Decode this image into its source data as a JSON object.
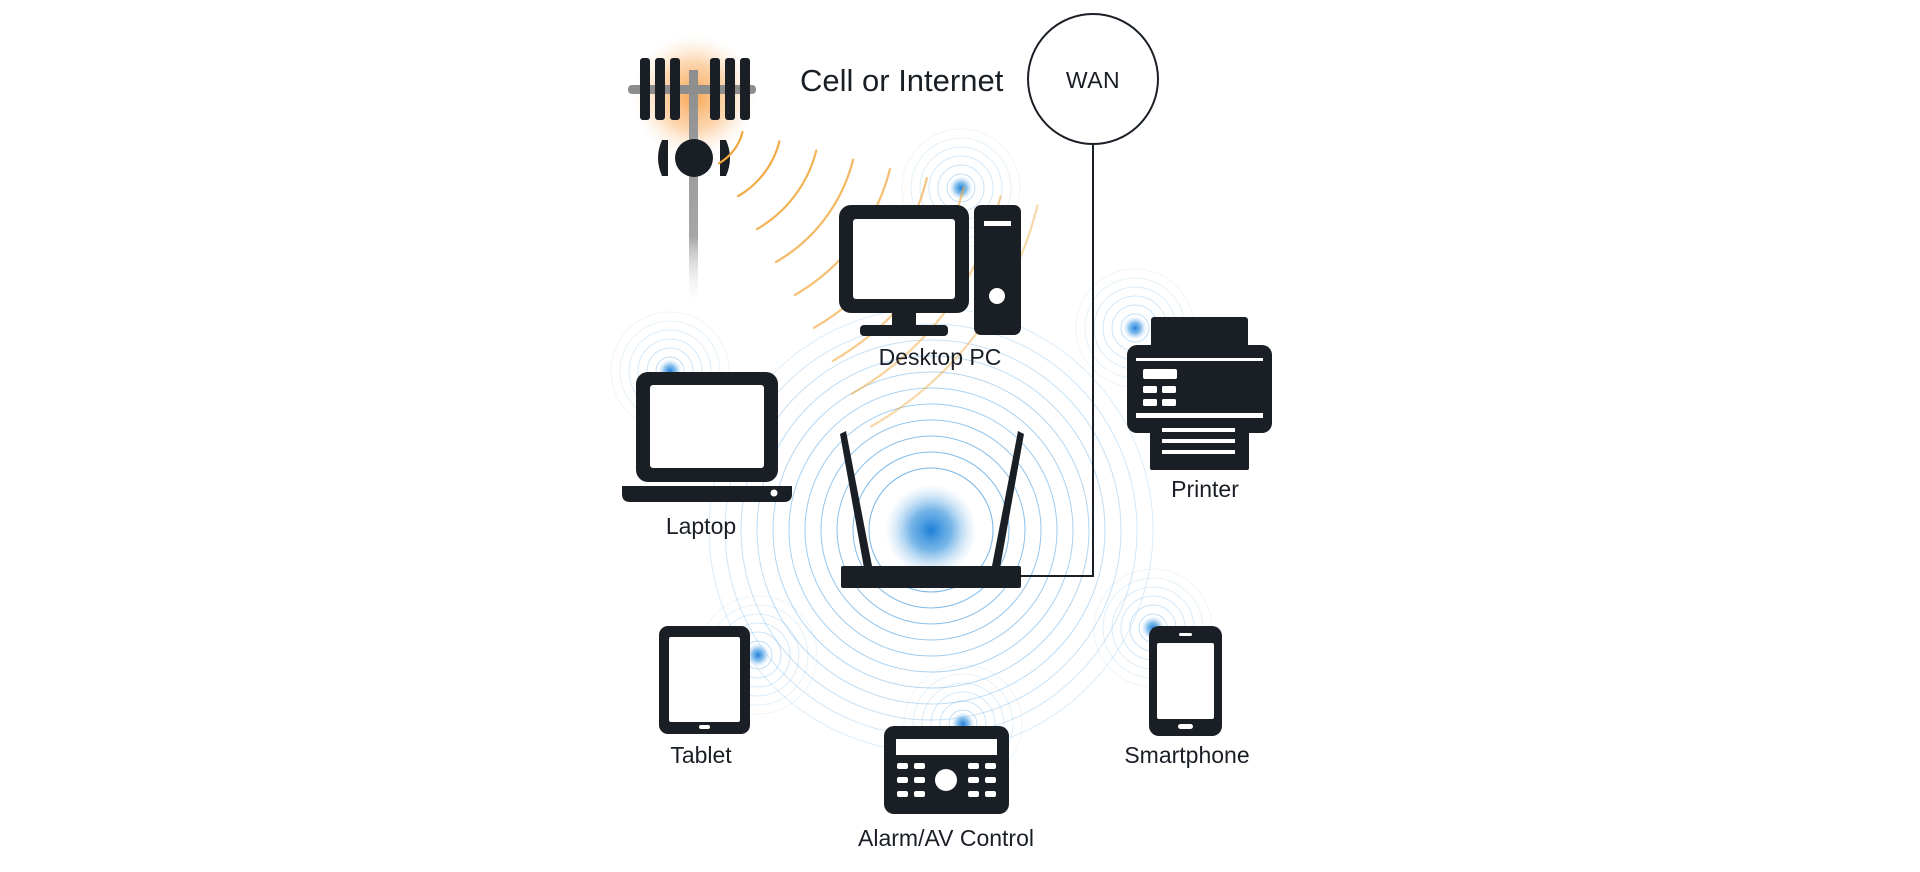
{
  "labels": {
    "cell_internet": "Cell or Internet",
    "wan": "WAN",
    "desktop_pc": "Desktop PC",
    "laptop": "Laptop",
    "printer": "Printer",
    "tablet": "Tablet",
    "alarm_av": "Alarm/AV Control",
    "smartphone": "Smartphone"
  },
  "colors": {
    "device": "#1a1f26",
    "wifi_ring": "#4a9ee0",
    "wifi_core": "#1e7fd8",
    "cell_signal": "#f0a63a",
    "cell_glow": "#f7a04a",
    "tower_pole": "#9b9b9b",
    "wan_line": "#1a1f26"
  },
  "icons": {
    "cell_tower": "cell-tower-icon",
    "desktop": "desktop-pc-icon",
    "laptop": "laptop-icon",
    "printer": "printer-icon",
    "router": "wifi-router-icon",
    "tablet": "tablet-icon",
    "smartphone": "smartphone-icon",
    "alarm": "alarm-panel-icon"
  }
}
